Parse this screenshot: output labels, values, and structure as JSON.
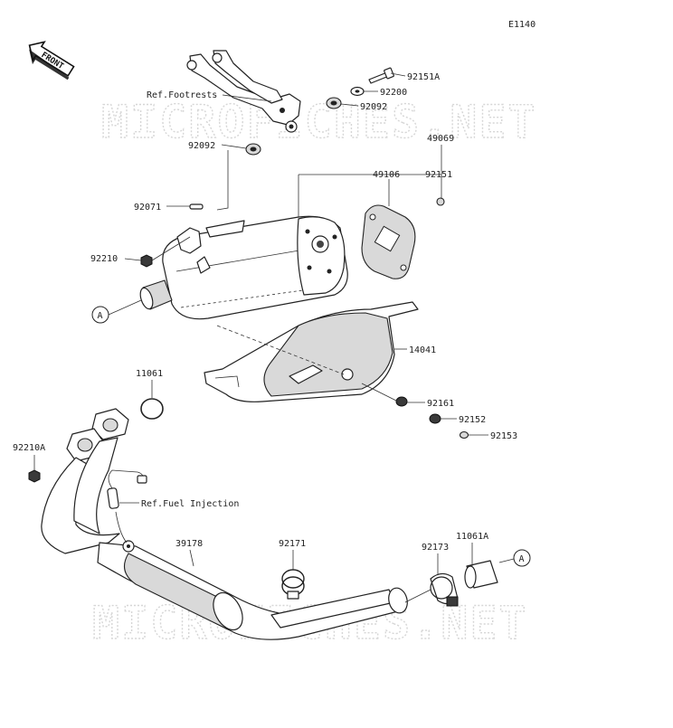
{
  "diagram_code": "E1140",
  "watermark": "MICROFICHES.NET",
  "front_indicator": "FRONT",
  "callout_ref": "A",
  "labels": {
    "p92151A": "92151A",
    "p92200": "92200",
    "p92092a": "92092",
    "p92092b": "92092",
    "p49069": "49069",
    "p49106": "49106",
    "p92151": "92151",
    "p92071": "92071",
    "p92210": "92210",
    "p14041": "14041",
    "p92161": "92161",
    "p92152": "92152",
    "p92153": "92153",
    "p11061": "11061",
    "p92210A": "92210A",
    "p39178": "39178",
    "p92171": "92171",
    "p92173": "92173",
    "p11061A": "11061A",
    "ref_footrests": "Ref.Footrests",
    "ref_fuel_injection": "Ref.Fuel Injection"
  }
}
